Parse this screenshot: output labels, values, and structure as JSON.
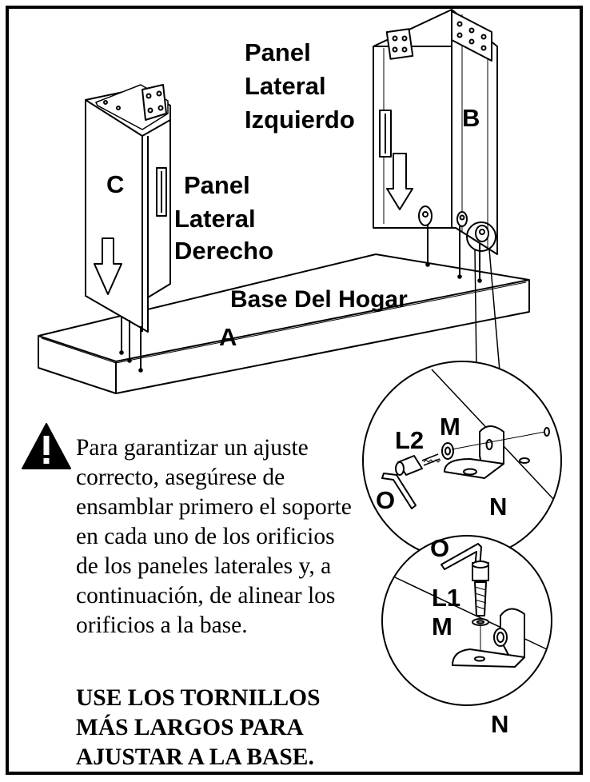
{
  "labels": {
    "left_panel": [
      "Panel",
      "Lateral",
      "Izquierdo"
    ],
    "right_panel": [
      "Panel",
      "Lateral",
      "Derecho"
    ],
    "base": "Base Del Hogar",
    "part_a": "A",
    "part_b": "B",
    "part_c": "C"
  },
  "detail_top": {
    "screw": "L2",
    "washer": "M",
    "bracket": "N",
    "key": "O"
  },
  "detail_bottom": {
    "key": "O",
    "screw": "L1",
    "washer": "M",
    "bracket": "N"
  },
  "warning": {
    "icon": "warning-triangle-icon",
    "text": "Para garantizar un ajuste correcto, asegúrese de ensamblar primero el soporte en cada uno de los orificios de los paneles laterales y, a continuación, de alinear los orificios a la base.",
    "bold_lines": [
      "USE LOS TORNILLOS",
      "MÁS LARGOS PARA",
      "AJUSTAR A LA BASE."
    ]
  }
}
